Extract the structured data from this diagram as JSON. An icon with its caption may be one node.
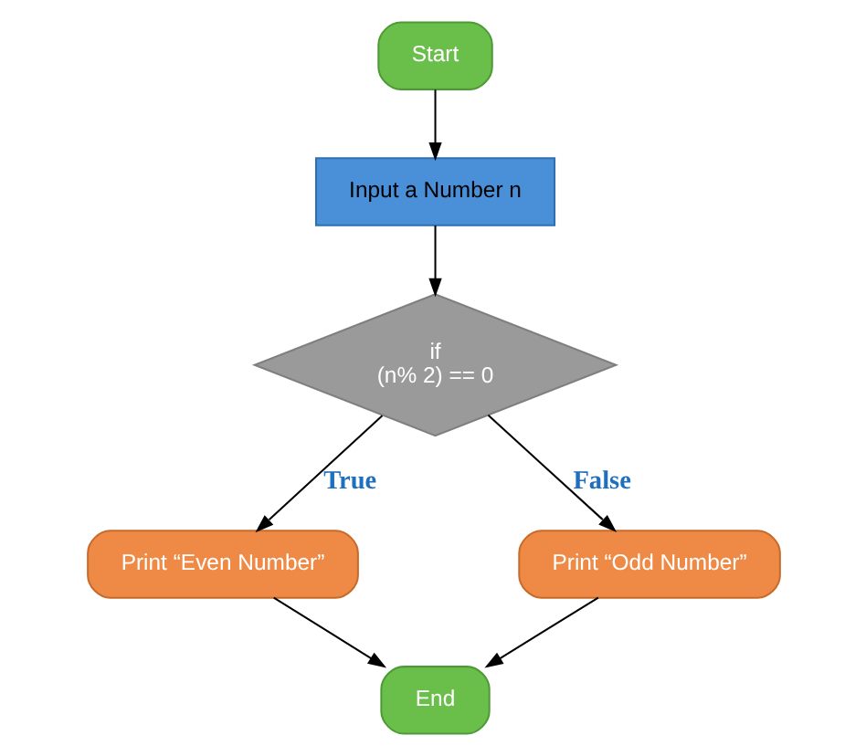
{
  "diagram": {
    "nodes": [
      {
        "text": [
          "Start"
        ]
      },
      {
        "text": [
          "Input a Number n"
        ]
      },
      {
        "text": [
          "if",
          "(n% 2) == 0"
        ]
      },
      {
        "text": [
          "Print “Even Number”"
        ]
      },
      {
        "text": [
          "Print “Odd Number”"
        ]
      },
      {
        "text": [
          "End"
        ]
      }
    ],
    "edges": [
      {
        "from": 0,
        "to": 1,
        "arrow": "to"
      },
      {
        "from": 1,
        "to": 2,
        "arrow": "to"
      },
      {
        "from": 2,
        "to": 3,
        "arrow": "to",
        "label": "True"
      },
      {
        "from": 2,
        "to": 4,
        "arrow": "to",
        "label": "False"
      },
      {
        "from": 3,
        "to": 5,
        "arrow": "to"
      },
      {
        "from": 4,
        "to": 5,
        "arrow": "to"
      }
    ]
  }
}
